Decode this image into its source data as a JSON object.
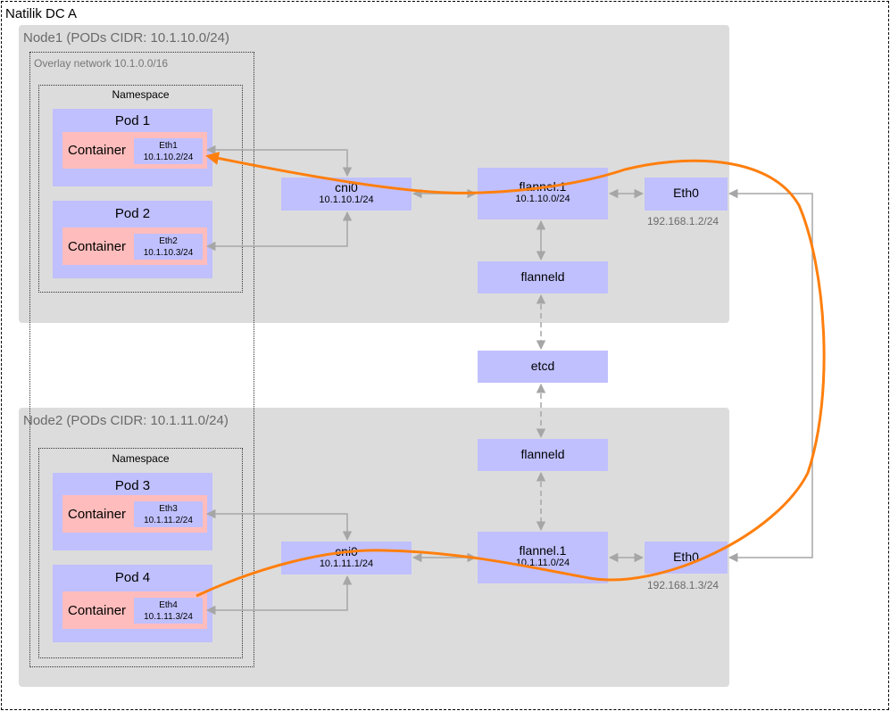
{
  "datacenter": {
    "title": "Natilik DC A"
  },
  "overlay": {
    "label": "Overlay network 10.1.0.0/16"
  },
  "node1": {
    "title": "Node1 (PODs CIDR: 10.1.10.0/24)",
    "namespace": "Namespace",
    "pods": [
      {
        "name": "Pod 1",
        "container": "Container",
        "eth": "Eth1",
        "ip": "10.1.10.2/24"
      },
      {
        "name": "Pod 2",
        "container": "Container",
        "eth": "Eth2",
        "ip": "10.1.10.3/24"
      }
    ],
    "cni": {
      "name": "cni0",
      "ip": "10.1.10.1/24"
    },
    "flannel": {
      "name": "flannel.1",
      "ip": "10.1.10.0/24"
    },
    "flanneld": {
      "name": "flanneld"
    },
    "eth0": {
      "name": "Eth0",
      "ip": "192.168.1.2/24"
    }
  },
  "etcd": {
    "name": "etcd"
  },
  "node2": {
    "title": "Node2 (PODs CIDR: 10.1.11.0/24)",
    "namespace": "Namespace",
    "pods": [
      {
        "name": "Pod 3",
        "container": "Container",
        "eth": "Eth3",
        "ip": "10.1.11.2/24"
      },
      {
        "name": "Pod 4",
        "container": "Container",
        "eth": "Eth4",
        "ip": "10.1.11.3/24"
      }
    ],
    "cni": {
      "name": "cni0",
      "ip": "10.1.11.1/24"
    },
    "flannel": {
      "name": "flannel.1",
      "ip": "10.1.11.0/24"
    },
    "flanneld": {
      "name": "flanneld"
    },
    "eth0": {
      "name": "Eth0",
      "ip": "192.168.1.3/24"
    }
  },
  "colors": {
    "node_bg": "#dcdcdc",
    "box_bg": "#c0c0ff",
    "container_bg": "#ffbcbc",
    "connector": "#a6a6a6",
    "packet_path": "#ff7f0e"
  }
}
